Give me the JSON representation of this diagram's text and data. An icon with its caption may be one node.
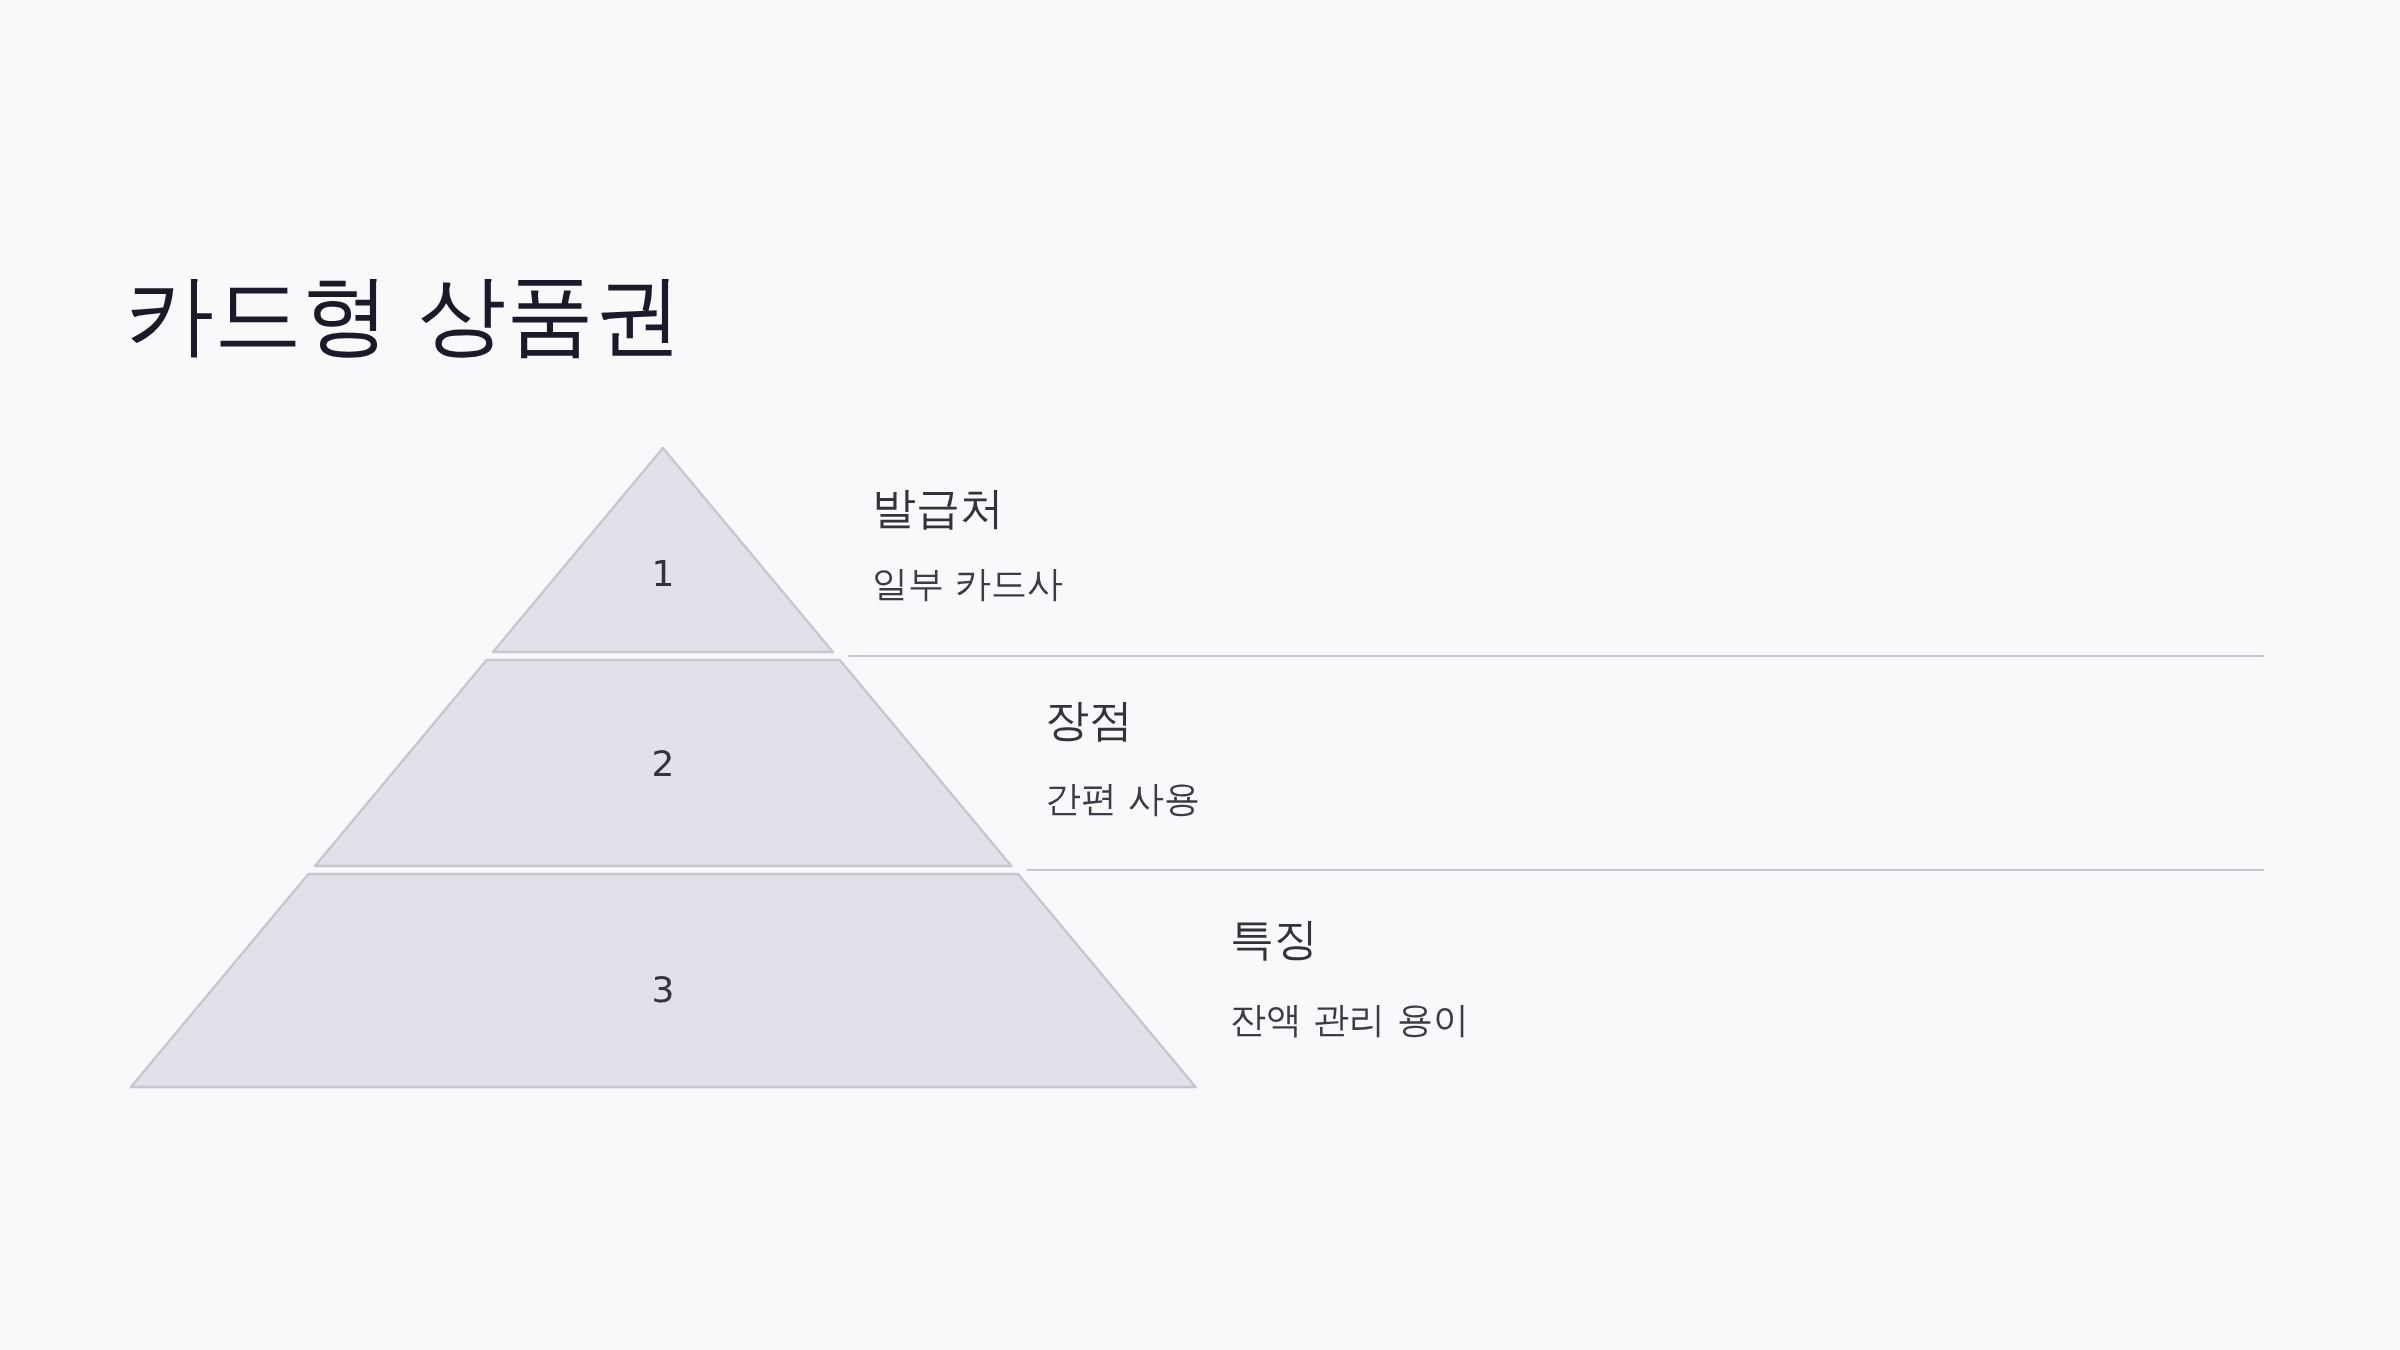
{
  "diagram": {
    "title": "카드형 상품권",
    "nodes": [
      {
        "text": [
          "1"
        ],
        "beside": [
          "발급처",
          "일부 카드사"
        ]
      },
      {
        "text": [
          "2"
        ],
        "beside": [
          "장점",
          "간편 사용"
        ]
      },
      {
        "text": [
          "3"
        ],
        "beside": [
          "특징",
          "잔액 관리 용이"
        ]
      }
    ]
  }
}
